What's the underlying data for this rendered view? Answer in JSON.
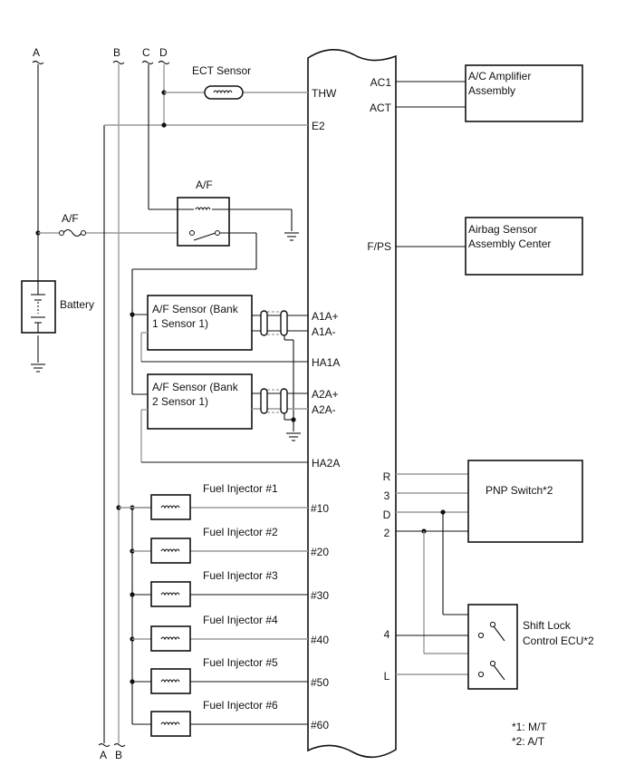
{
  "diagram": {
    "bus_labels_top": [
      "A",
      "B",
      "C",
      "D"
    ],
    "bus_labels_bottom": [
      "A",
      "B"
    ],
    "components": {
      "ect_sensor": "ECT Sensor",
      "af_relay": "A/F",
      "af_fuse": "A/F",
      "battery": "Battery",
      "af_sensor_bank1_line1": "A/F Sensor (Bank",
      "af_sensor_bank1_line2": "1 Sensor 1)",
      "af_sensor_bank2_line1": "A/F Sensor (Bank",
      "af_sensor_bank2_line2": "2 Sensor 1)",
      "injectors": [
        "Fuel Injector #1",
        "Fuel Injector #2",
        "Fuel Injector #3",
        "Fuel Injector #4",
        "Fuel Injector #5",
        "Fuel Injector #6"
      ],
      "ac_amplifier_line1": "A/C Amplifier",
      "ac_amplifier_line2": "Assembly",
      "airbag_line1": "Airbag Sensor",
      "airbag_line2": "Assembly Center",
      "pnp_switch": "PNP Switch*2",
      "shift_lock_line1": "Shift Lock",
      "shift_lock_line2": "Control ECU*2"
    },
    "ecu_left_terminals": {
      "thw": "THW",
      "e2": "E2",
      "a1a_plus": "A1A+",
      "a1a_minus": "A1A-",
      "ha1a": "HA1A",
      "a2a_plus": "A2A+",
      "a2a_minus": "A2A-",
      "ha2a": "HA2A",
      "injector_terminals": [
        "#10",
        "#20",
        "#30",
        "#40",
        "#50",
        "#60"
      ]
    },
    "ecu_right_terminals": {
      "ac1": "AC1",
      "act": "ACT",
      "fps": "F/PS",
      "r": "R",
      "t3": "3",
      "d": "D",
      "t2": "2",
      "t4": "4",
      "l": "L"
    },
    "notes": [
      "*1: M/T",
      "*2: A/T"
    ]
  }
}
